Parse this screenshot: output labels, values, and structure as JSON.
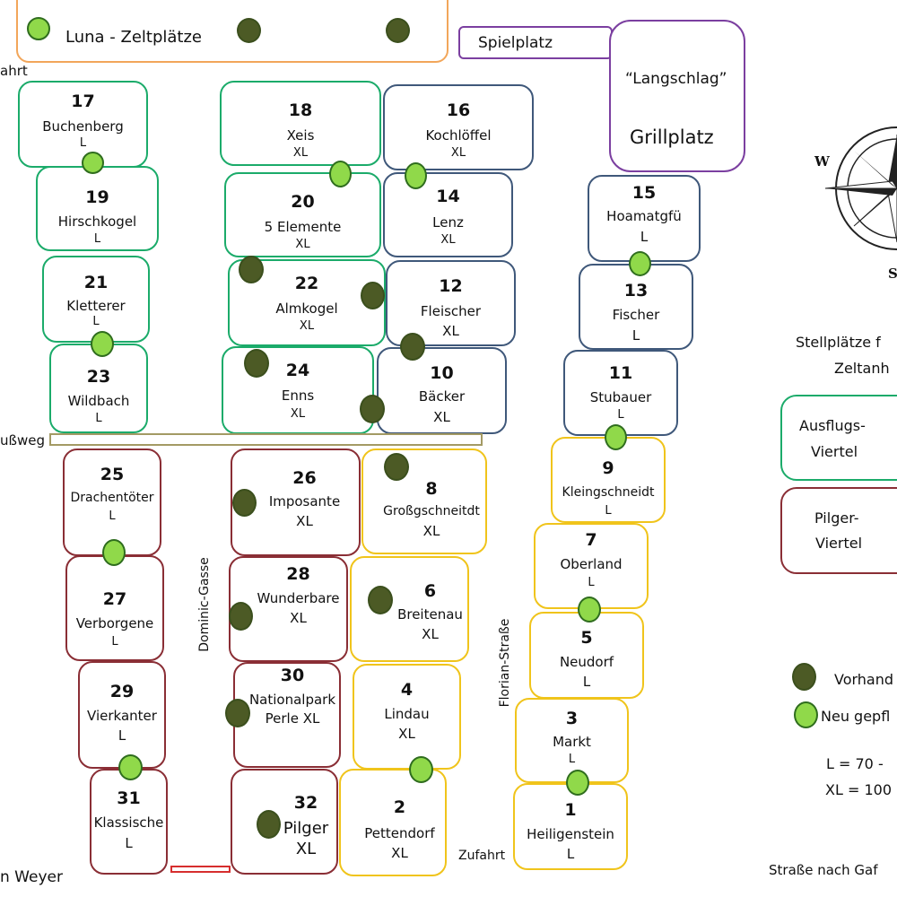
{
  "top": {
    "luna": "Luna - Zeltplätze",
    "zufahrt_top": "ahrt",
    "spielplatz": "Spielplatz",
    "langschlag": "“Langschlag”",
    "grillplatz": "Grillplatz",
    "fussweg": "ußweg"
  },
  "streets": {
    "dominic": "Dominic-Gasse",
    "florian": "Florian-Straße",
    "zufahrt_bottom": "Zufahrt",
    "weyer": "n Weyer",
    "gaf": "Straße nach Gaf"
  },
  "compass": {
    "west": "W",
    "south": "S"
  },
  "legend": {
    "title_line1": "Stellplätze f",
    "title_line2": "Zeltanh",
    "ausflugs_line1": "Ausflugs-",
    "ausflugs_line2": "Viertel",
    "pilger_line1": "Pilger-",
    "pilger_line2": "Viertel",
    "existing": "Vorhand",
    "new": "Neu gepfl",
    "size_l": "L   = 70 -",
    "size_xl": "XL = 100"
  },
  "colors": {
    "ausflugs": "#1bab6a",
    "blue_quarter": "#3f587a",
    "pilger": "#8a2e35",
    "yellow_quarter": "#f0c41b",
    "luna_border": "#f2a65a",
    "spielplatz_border": "#7b3fa0",
    "tree_existing": "#4c5a25",
    "tree_new": "#90d94a"
  },
  "plots": {
    "p17": {
      "num": "17",
      "name": "Buchenberg",
      "size": "L"
    },
    "p19": {
      "num": "19",
      "name": "Hirschkogel",
      "size": "L"
    },
    "p21": {
      "num": "21",
      "name": "Kletterer",
      "size": "L"
    },
    "p23": {
      "num": "23",
      "name": "Wildbach",
      "size": "L"
    },
    "p18": {
      "num": "18",
      "name": "Xeis",
      "size": "XL"
    },
    "p20": {
      "num": "20",
      "name": "5 Elemente",
      "size": "XL"
    },
    "p22": {
      "num": "22",
      "name": "Almkogel",
      "size": "XL"
    },
    "p24": {
      "num": "24",
      "name": "Enns",
      "size": "XL"
    },
    "p16": {
      "num": "16",
      "name": "Kochlöffel",
      "size": "XL"
    },
    "p14": {
      "num": "14",
      "name": "Lenz",
      "size": "XL"
    },
    "p12": {
      "num": "12",
      "name": "Fleischer",
      "size": "XL"
    },
    "p10": {
      "num": "10",
      "name": "Bäcker",
      "size": "XL"
    },
    "p15": {
      "num": "15",
      "name": "Hoamatgfü",
      "size": "L"
    },
    "p13": {
      "num": "13",
      "name": "Fischer",
      "size": "L"
    },
    "p11": {
      "num": "11",
      "name": "Stubauer",
      "size": "L"
    },
    "p25": {
      "num": "25",
      "name": "Drachentöter",
      "size": "L"
    },
    "p27": {
      "num": "27",
      "name": "Verborgene",
      "size": "L"
    },
    "p29": {
      "num": "29",
      "name": "Vierkanter",
      "size": "L"
    },
    "p31": {
      "num": "31",
      "name": "Klassische",
      "size": "L"
    },
    "p26": {
      "num": "26",
      "name": "Imposante",
      "size": "XL"
    },
    "p28": {
      "num": "28",
      "name": "Wunderbare",
      "size": "XL"
    },
    "p30": {
      "num": "30",
      "name": "Nationalpark",
      "size": "Perle XL"
    },
    "p32": {
      "num": "32",
      "name": "Pilger",
      "size": "XL"
    },
    "p8": {
      "num": "8",
      "name": "Großgschneitdt",
      "size": "XL"
    },
    "p6": {
      "num": "6",
      "name": "Breitenau",
      "size": "XL"
    },
    "p4": {
      "num": "4",
      "name": "Lindau",
      "size": "XL"
    },
    "p2": {
      "num": "2",
      "name": "Pettendorf",
      "size": "XL"
    },
    "p9": {
      "num": "9",
      "name": "Kleingschneidt",
      "size": "L"
    },
    "p7": {
      "num": "7",
      "name": "Oberland",
      "size": "L"
    },
    "p5": {
      "num": "5",
      "name": "Neudorf",
      "size": "L"
    },
    "p3": {
      "num": "3",
      "name": "Markt",
      "size": "L"
    },
    "p1": {
      "num": "1",
      "name": "Heiligenstein",
      "size": "L"
    }
  }
}
